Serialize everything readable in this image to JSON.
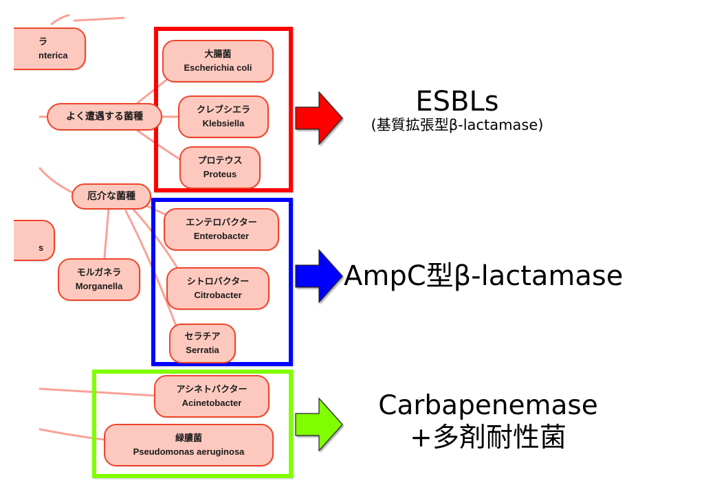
{
  "colors": {
    "node_fill": "#fdc9bf",
    "node_border": "#f0432a",
    "edge": "#f9a196",
    "esbl": "#ff0000",
    "ampc": "#0000ff",
    "carbapenemase": "#80ff00"
  },
  "nodes": {
    "salmonella_partial": {
      "jp": "ラ",
      "en": "nterica"
    },
    "common_species": {
      "jp": "よく遭遇する菌種"
    },
    "troublesome_species": {
      "jp": "厄介な菌種"
    },
    "partial_s": {
      "en": "s"
    },
    "ecoli": {
      "jp": "大腸菌",
      "en": "Escherichia coli"
    },
    "klebsiella": {
      "jp": "クレブシエラ",
      "en": "Klebsiella"
    },
    "proteus": {
      "jp": "プロテウス",
      "en": "Proteus"
    },
    "enterobacter": {
      "jp": "エンテロバクター",
      "en": "Enterobacter"
    },
    "citrobacter": {
      "jp": "シトロバクター",
      "en": "Citrobacter"
    },
    "serratia": {
      "jp": "セラチア",
      "en": "Serratia"
    },
    "morganella": {
      "jp": "モルガネラ",
      "en": "Morganella"
    },
    "acinetobacter": {
      "jp": "アシネトバクター",
      "en": "Acinetobacter"
    },
    "pseudomonas": {
      "jp": "緑膿菌",
      "en": "Pseudomonas aeruginosa"
    }
  },
  "groups": {
    "esbl": {
      "title": "ESBLs",
      "subtitle": "(基質拡張型β-lactamase)"
    },
    "ampc": {
      "title": "AmpC型β-lactamase"
    },
    "carbapenemase": {
      "title": "Carbapenemase",
      "subtitle": "+多剤耐性菌"
    }
  }
}
